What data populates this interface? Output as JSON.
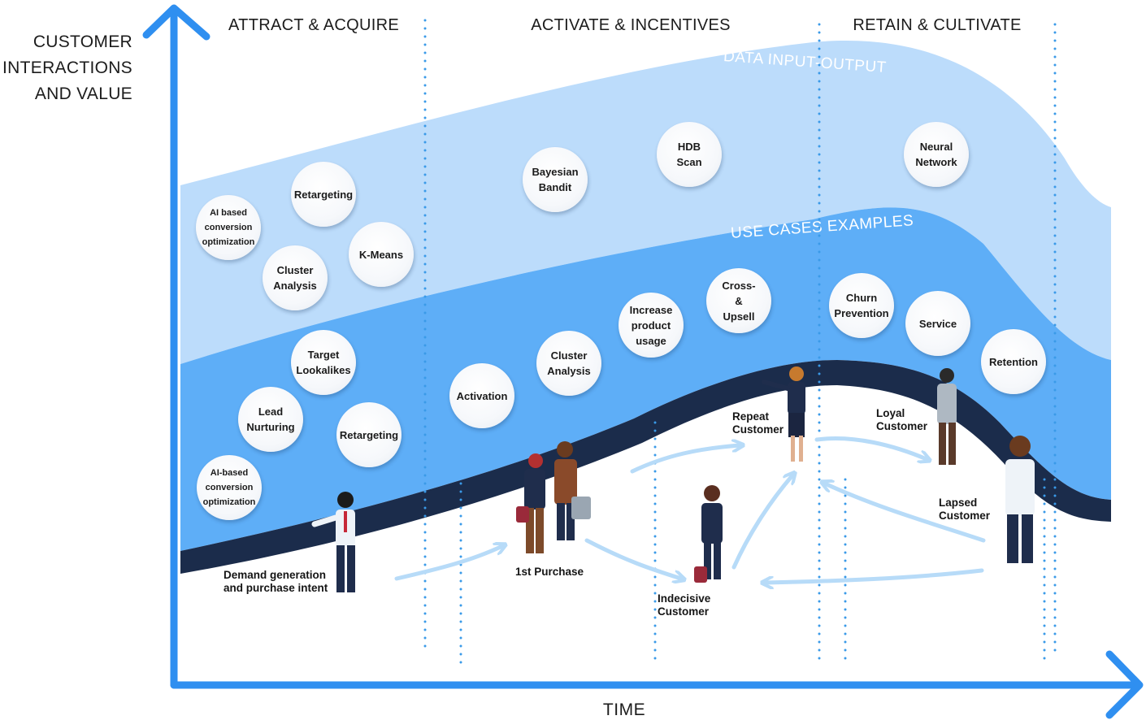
{
  "axes": {
    "y_label_lines": [
      "CUSTOMER",
      "INTERACTIONS",
      "AND VALUE"
    ],
    "x_label": "TIME"
  },
  "phases": [
    "ATTRACT & ACQUIRE",
    "ACTIVATE & INCENTIVES",
    "RETAIN & CULTIVATE"
  ],
  "bands": {
    "top": "DATA INPUT-OUTPUT",
    "middle": "USE CASES EXAMPLES"
  },
  "bubbles": [
    {
      "label": "AI based\nconversion\noptimization",
      "name": "bubble-ai-based-conversion-optimization-top"
    },
    {
      "label": "Retargeting",
      "name": "bubble-retargeting-top"
    },
    {
      "label": "Cluster\nAnalysis",
      "name": "bubble-cluster-analysis-left"
    },
    {
      "label": "K-Means",
      "name": "bubble-k-means"
    },
    {
      "label": "Target\nLookalikes",
      "name": "bubble-target-lookalikes"
    },
    {
      "label": "Lead\nNurturing",
      "name": "bubble-lead-nurturing"
    },
    {
      "label": "Retargeting",
      "name": "bubble-retargeting-bottom"
    },
    {
      "label": "AI-based\nconversion\noptimization",
      "name": "bubble-ai-based-conversion-optimization-bottom"
    },
    {
      "label": "Bayesian\nBandit",
      "name": "bubble-bayesian-bandit"
    },
    {
      "label": "HDB\nScan",
      "name": "bubble-hdb-scan"
    },
    {
      "label": "Activation",
      "name": "bubble-activation"
    },
    {
      "label": "Cluster\nAnalysis",
      "name": "bubble-cluster-analysis-middle"
    },
    {
      "label": "Increase\nproduct\nusage",
      "name": "bubble-increase-product-usage"
    },
    {
      "label": "Cross-\n&\nUpsell",
      "name": "bubble-cross-upsell"
    },
    {
      "label": "Neural\nNetwork",
      "name": "bubble-neural-network"
    },
    {
      "label": "Churn\nPrevention",
      "name": "bubble-churn-prevention"
    },
    {
      "label": "Service",
      "name": "bubble-service"
    },
    {
      "label": "Retention",
      "name": "bubble-retention"
    }
  ],
  "stages": [
    {
      "label": "Demand generation\nand purchase intent",
      "name": "stage-demand-generation"
    },
    {
      "label": "1st Purchase",
      "name": "stage-first-purchase"
    },
    {
      "label": "Indecisive\nCustomer",
      "name": "stage-indecisive-customer"
    },
    {
      "label": "Repeat\nCustomer",
      "name": "stage-repeat-customer"
    },
    {
      "label": "Loyal\nCustomer",
      "name": "stage-loyal-customer"
    },
    {
      "label": "Lapsed\nCustomer",
      "name": "stage-lapsed-customer"
    }
  ],
  "colors": {
    "axis": "#2f8ff0",
    "band_light": "#bcdcfb",
    "band_mid": "#5eaef7",
    "curve_dark": "#1b2c4b",
    "dots": "#3a9ae8",
    "arrows": "#b7dbf8"
  }
}
